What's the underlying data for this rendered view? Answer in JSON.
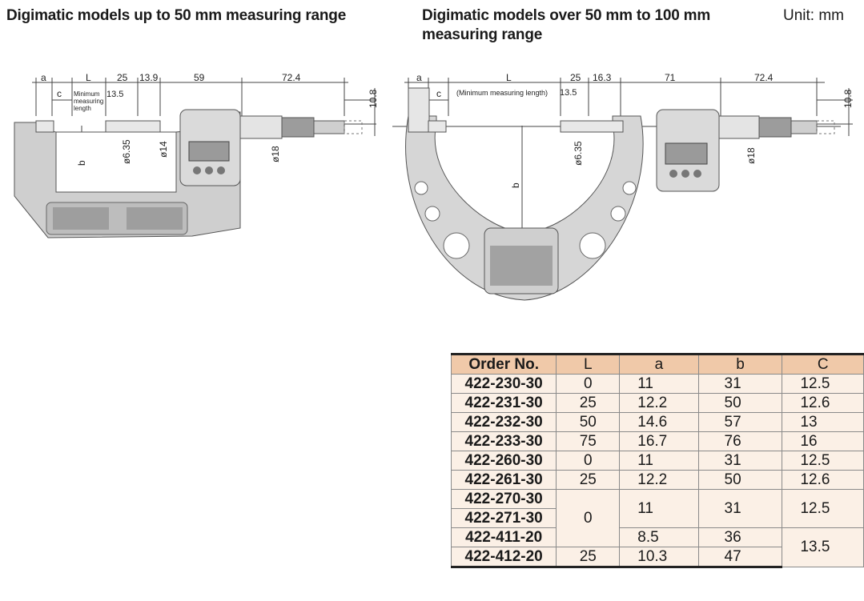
{
  "headings": {
    "left": "Digimatic models up to 50 mm measuring range",
    "right": "Digimatic models over 50 mm to 100 mm measuring range",
    "unit": "Unit: mm"
  },
  "left_drawing": {
    "dims_top": [
      "a",
      "L",
      "25",
      "13.9",
      "59",
      "72.4"
    ],
    "c": "c",
    "min_len": [
      "Minimum",
      "measuring",
      "length"
    ],
    "d135": "13.5",
    "d108": "10.8",
    "phi635": "ø6.35",
    "phi14": "ø14",
    "phi18": "ø18",
    "b": "b"
  },
  "right_drawing": {
    "dims_top": [
      "a",
      "L",
      "25",
      "16.3",
      "71",
      "72.4"
    ],
    "c": "c",
    "min_len": "(Minimum measuring length)",
    "d135": "13.5",
    "d108": "10.8",
    "phi635": "ø6.35",
    "phi18": "ø18",
    "b": "b"
  },
  "table": {
    "headers": [
      "Order No.",
      "L",
      "a",
      "b",
      "C"
    ],
    "rows": [
      [
        "422-230-30",
        "0",
        "11",
        "31",
        "12.5"
      ],
      [
        "422-231-30",
        "25",
        "12.2",
        "50",
        "12.6"
      ],
      [
        "422-232-30",
        "50",
        "14.6",
        "57",
        "13"
      ],
      [
        "422-233-30",
        "75",
        "16.7",
        "76",
        "16"
      ],
      [
        "422-260-30",
        "0",
        "11",
        "31",
        "12.5"
      ],
      [
        "422-261-30",
        "25",
        "12.2",
        "50",
        "12.6"
      ],
      [
        "422-270-30",
        "",
        "",
        "",
        ""
      ],
      [
        "422-271-30",
        "",
        "",
        "",
        ""
      ],
      [
        "422-411-20",
        "",
        "8.5",
        "36",
        ""
      ],
      [
        "422-412-20",
        "25",
        "10.3",
        "47",
        ""
      ]
    ],
    "merged": {
      "L_270_411": "0",
      "a_270_271": "11",
      "b_270_271": "31",
      "C_270_271": "12.5",
      "C_411_412": "13.5"
    }
  }
}
